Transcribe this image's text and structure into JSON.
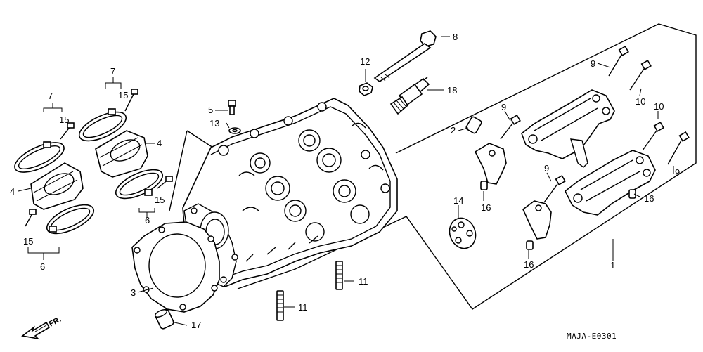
{
  "diagram": {
    "diagram_code": "MAJA-E0301",
    "front_indicator": "FR.",
    "callouts": {
      "c1": "1",
      "c2": "2",
      "c3": "3",
      "c4a": "4",
      "c4b": "4",
      "c5": "5",
      "c6a": "6",
      "c6b": "6",
      "c7a": "7",
      "c7b": "7",
      "c8": "8",
      "c9a": "9",
      "c9b": "9",
      "c9c": "9",
      "c9d": "9",
      "c10a": "10",
      "c10b": "10",
      "c11a": "11",
      "c11b": "11",
      "c12": "12",
      "c13": "13",
      "c14": "14",
      "c15a": "15",
      "c15b": "15",
      "c15c": "15",
      "c15d": "15",
      "c16a": "16",
      "c16b": "16",
      "c16c": "16",
      "c17": "17",
      "c18": "18"
    }
  }
}
